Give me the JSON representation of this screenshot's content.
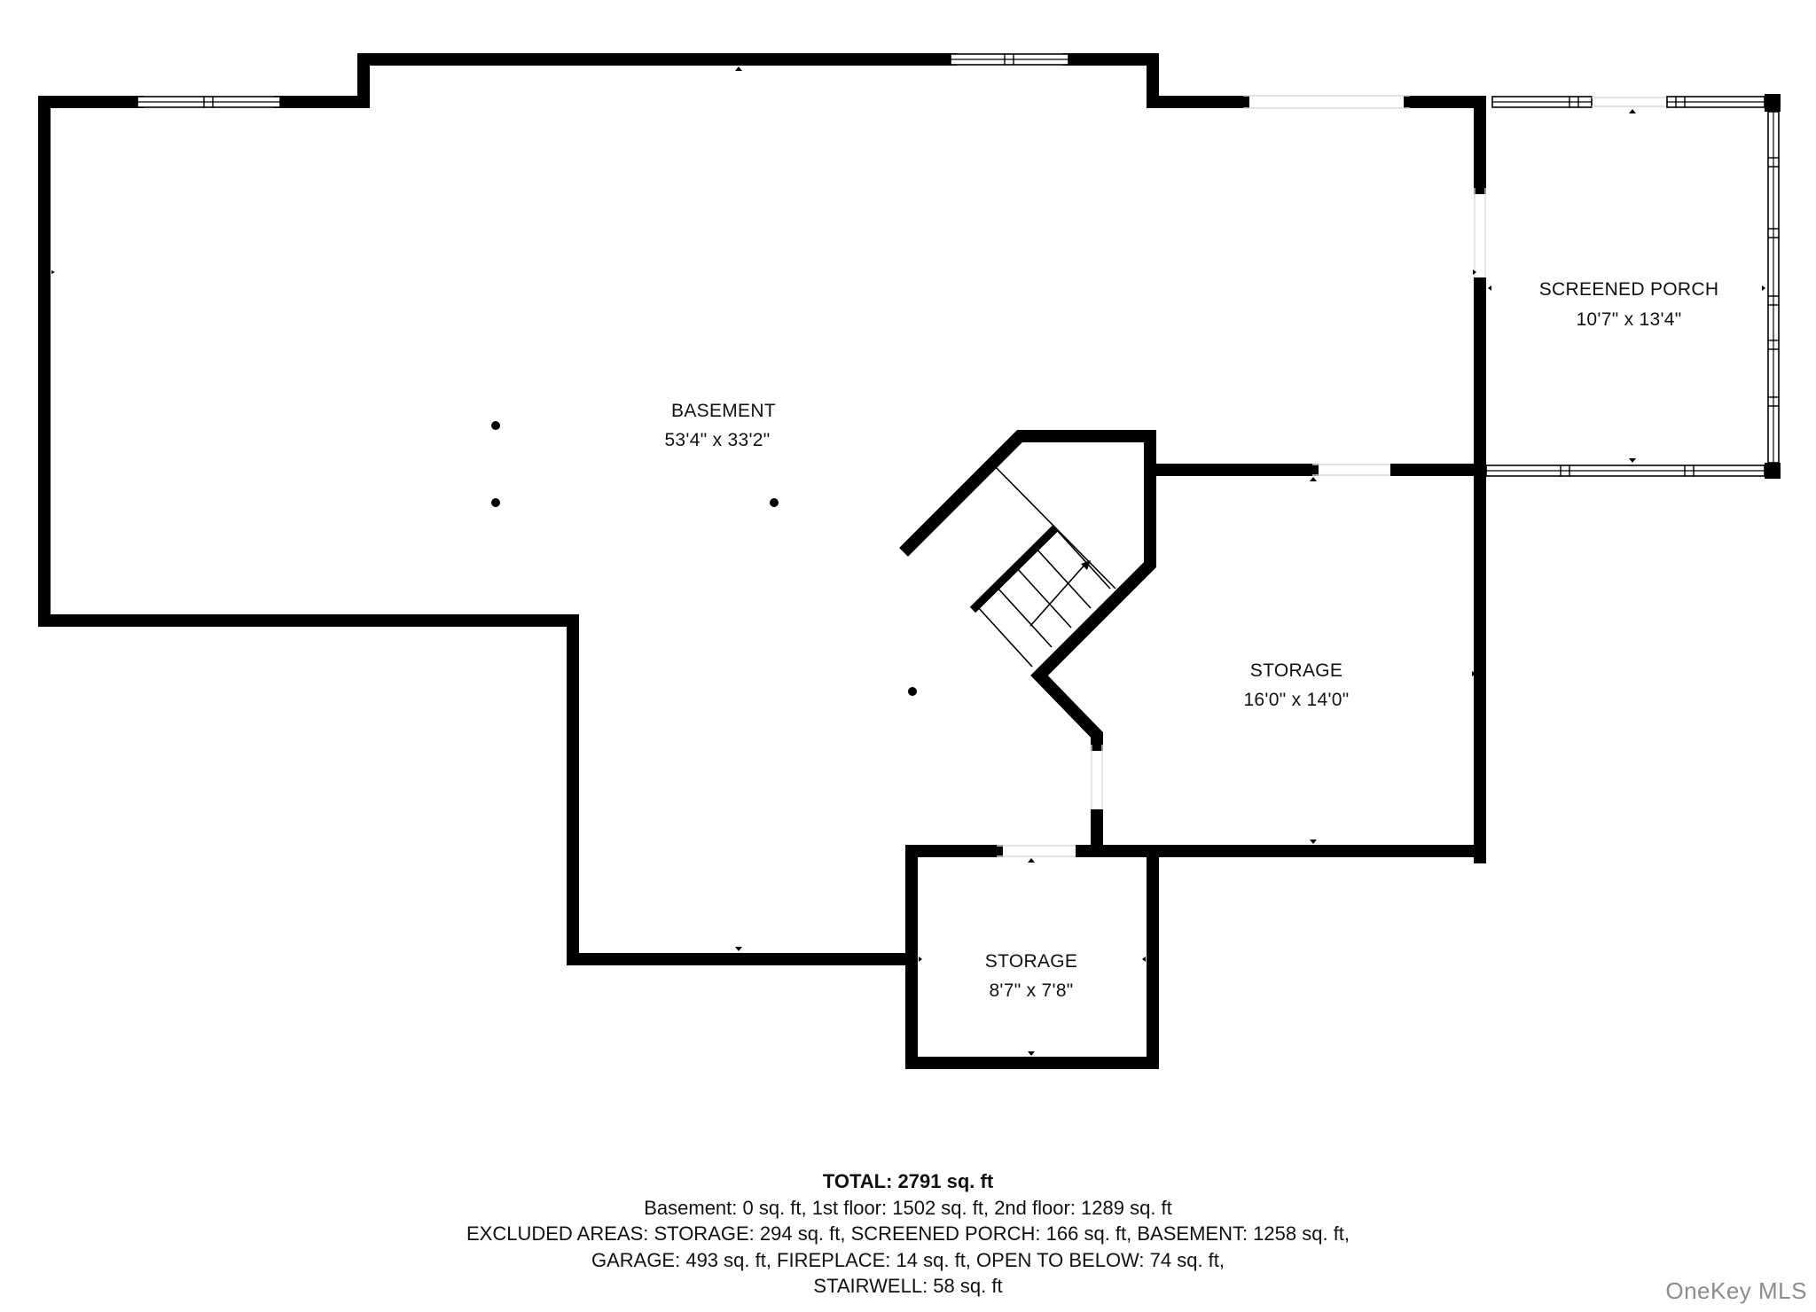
{
  "rooms": {
    "basement": {
      "name": "BASEMENT",
      "dims": "53'4\" x 33'2\""
    },
    "screened_porch": {
      "name": "SCREENED PORCH",
      "dims": "10'7\" x 13'4\""
    },
    "storage_large": {
      "name": "STORAGE",
      "dims": "16'0\" x 14'0\""
    },
    "storage_small": {
      "name": "STORAGE",
      "dims": "8'7\" x 7'8\""
    }
  },
  "summary": {
    "total": "TOTAL: 2791 sq. ft",
    "line1": "Basement: 0 sq. ft, 1st floor: 1502 sq. ft, 2nd floor: 1289 sq. ft",
    "line2": "EXCLUDED AREAS: STORAGE: 294 sq. ft, SCREENED PORCH: 166 sq. ft, BASEMENT: 1258 sq. ft,",
    "line3": "GARAGE: 493 sq. ft, FIREPLACE: 14 sq. ft, OPEN TO BELOW: 74 sq. ft,",
    "line4": "STAIRWELL: 58 sq. ft"
  },
  "watermark": "OneKey MLS",
  "colors": {
    "wall": "#000000",
    "text": "#111111",
    "watermark": "#8c8c8c"
  }
}
